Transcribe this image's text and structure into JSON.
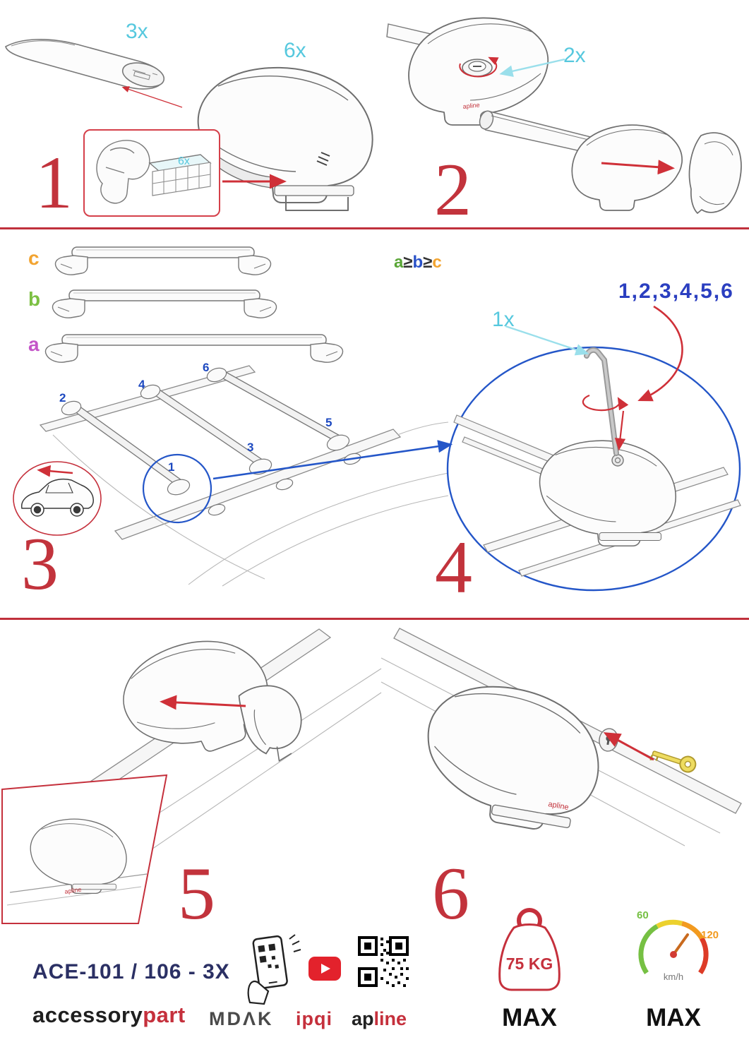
{
  "colors": {
    "accent_red": "#c2333c",
    "cyan": "#56c8de",
    "blue": "#1d49c0",
    "navy": "#2b3064",
    "green": "#7cc043",
    "orange": "#f2a431",
    "purple": "#c455c8",
    "youtube_red": "#e3222c"
  },
  "step1": {
    "number": "1",
    "bar_qty": "3x",
    "foot_qty": "6x",
    "pad_qty": "6x"
  },
  "step2": {
    "number": "2",
    "lock_qty": "2x"
  },
  "step3": {
    "number": "3",
    "labels": {
      "a": "a",
      "b": "b",
      "c": "c"
    },
    "inequality": {
      "a": "a",
      "gte1": "≥",
      "b": "b",
      "gte2": "≥",
      "c": "c"
    },
    "positions": {
      "p1": "1",
      "p2": "2",
      "p3": "3",
      "p4": "4",
      "p5": "5",
      "p6": "6"
    }
  },
  "step4": {
    "number": "4",
    "key_qty": "1x",
    "sequence": "1,2,3,4,5,6",
    "highlight": "1"
  },
  "step5": {
    "number": "5"
  },
  "step6": {
    "number": "6"
  },
  "product_logo": "apline",
  "footer": {
    "model": "ACE-101 / 106 - 3X",
    "brand_accessory": "accessory",
    "brand_part": "part",
    "mdak": "MDΛK",
    "ipqi": "ipqi",
    "apline_ap": "ap",
    "apline_line": "line",
    "weight_value": "75 KG",
    "weight_max": "MAX",
    "speed_low": "60",
    "speed_high": "120",
    "speed_unit": "km/h",
    "speed_max": "MAX"
  }
}
